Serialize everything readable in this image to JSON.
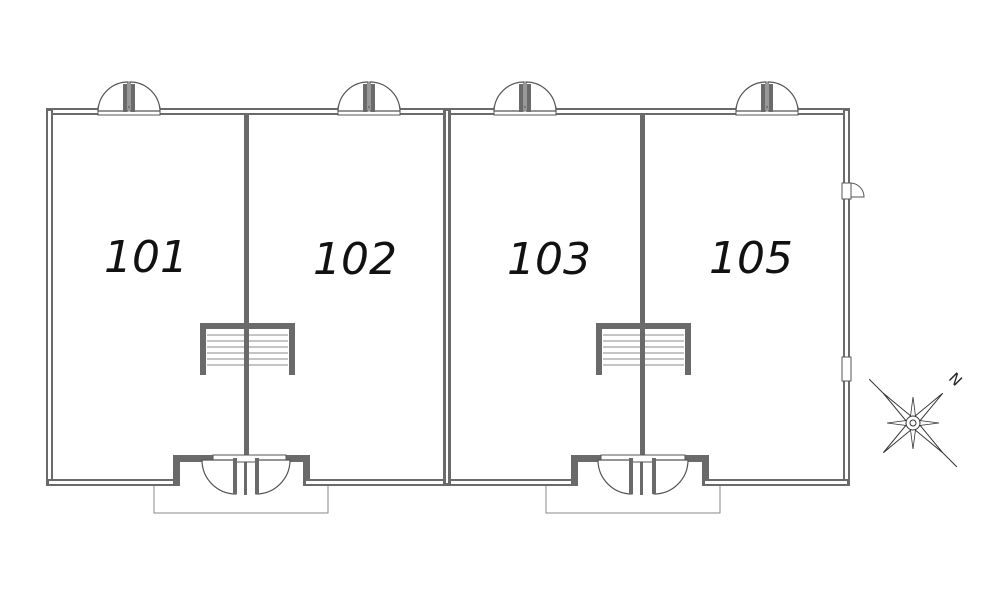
{
  "rooms": [
    {
      "label": "101"
    },
    {
      "label": "102"
    },
    {
      "label": "103"
    },
    {
      "label": "105"
    }
  ],
  "compass": {
    "north_label": "N"
  }
}
